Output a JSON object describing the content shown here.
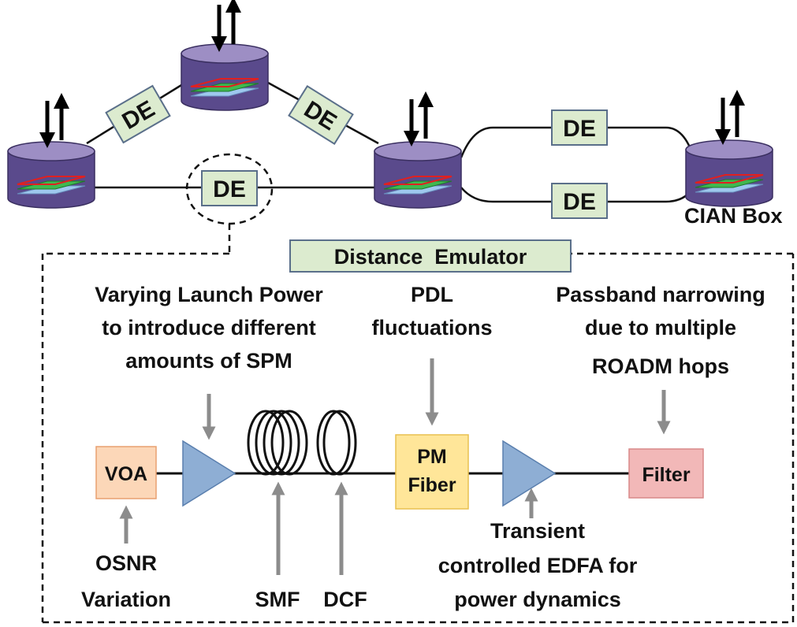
{
  "network": {
    "de_label": "DE",
    "cian_box_label": "CIAN Box"
  },
  "emulator": {
    "title": "Distance  Emulator",
    "components": {
      "voa": "VOA",
      "pm_fiber_line1": "PM",
      "pm_fiber_line2": "Fiber",
      "filter": "Filter"
    },
    "annotations": {
      "launch_power": [
        "Varying Launch Power",
        "to introduce different",
        "amounts of SPM"
      ],
      "pdl": [
        "PDL",
        "fluctuations"
      ],
      "passband": [
        "Passband narrowing",
        "due to multiple",
        "ROADM hops"
      ],
      "osnr": [
        "OSNR",
        "Variation"
      ],
      "smf": "SMF",
      "dcf": "DCF",
      "edfa": [
        "Transient",
        "controlled EDFA for",
        "power dynamics"
      ]
    }
  },
  "colors": {
    "node_body": "#5a4a8c",
    "node_top": "#9d8ec4",
    "de_fill": "#dcebcf",
    "de_stroke": "#5a6f8a",
    "voa_fill": "#fcd7b8",
    "pm_fill": "#ffe699",
    "filter_fill": "#f2b8b8",
    "amp_fill": "#8eaed4",
    "arrow_gray": "#8c8c8c"
  }
}
